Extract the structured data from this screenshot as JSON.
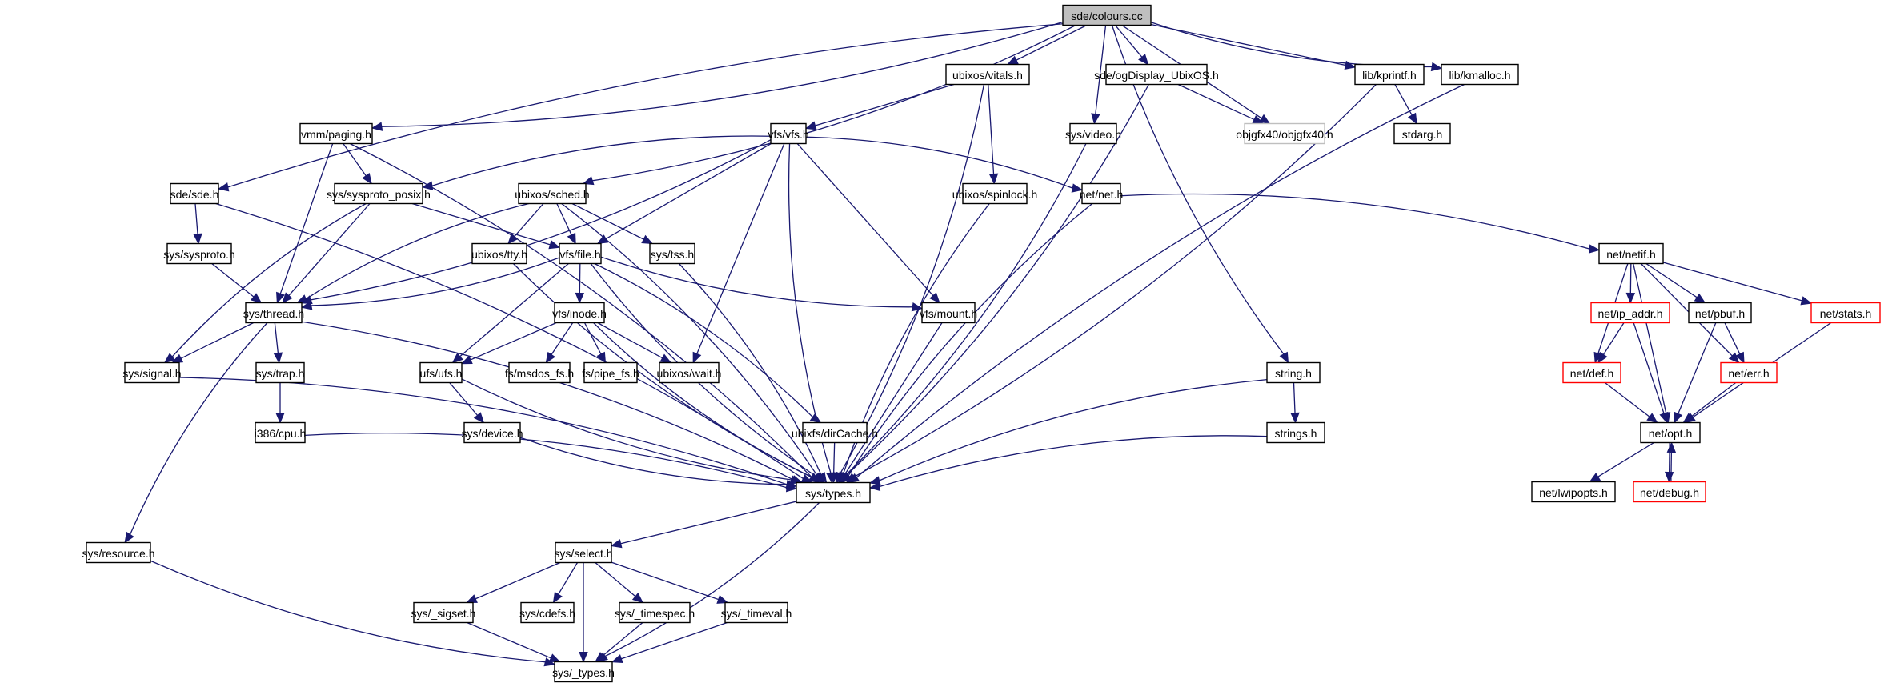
{
  "diagram": {
    "type": "include-dependency-graph",
    "root": "sde/colours.cc",
    "colors": {
      "edge": "#191970",
      "root_fill": "#bfbfbf",
      "node_border": "#000000",
      "truncated_border": "#ff0000",
      "external_border": "#bfbfbf"
    },
    "nodes": [
      {
        "id": "colours",
        "label": "sde/colours.cc",
        "kind": "root"
      },
      {
        "id": "vitals",
        "label": "ubixos/vitals.h",
        "kind": "normal"
      },
      {
        "id": "ogdisplay",
        "label": "sde/ogDisplay_UbixOS.h",
        "kind": "normal"
      },
      {
        "id": "kprintf",
        "label": "lib/kprintf.h",
        "kind": "normal"
      },
      {
        "id": "kmalloc",
        "label": "lib/kmalloc.h",
        "kind": "normal"
      },
      {
        "id": "paging",
        "label": "vmm/paging.h",
        "kind": "normal"
      },
      {
        "id": "vfs",
        "label": "vfs/vfs.h",
        "kind": "normal"
      },
      {
        "id": "video",
        "label": "sys/video.h",
        "kind": "normal"
      },
      {
        "id": "objgfx",
        "label": "objgfx40/objgfx40.h",
        "kind": "external"
      },
      {
        "id": "stdarg",
        "label": "stdarg.h",
        "kind": "normal"
      },
      {
        "id": "sde",
        "label": "sde/sde.h",
        "kind": "normal"
      },
      {
        "id": "sysproto_posix",
        "label": "sys/sysproto_posix.h",
        "kind": "normal"
      },
      {
        "id": "sched",
        "label": "ubixos/sched.h",
        "kind": "normal"
      },
      {
        "id": "spinlock",
        "label": "ubixos/spinlock.h",
        "kind": "normal"
      },
      {
        "id": "net",
        "label": "net/net.h",
        "kind": "normal"
      },
      {
        "id": "sysproto",
        "label": "sys/sysproto.h",
        "kind": "normal"
      },
      {
        "id": "tty",
        "label": "ubixos/tty.h",
        "kind": "normal"
      },
      {
        "id": "file",
        "label": "vfs/file.h",
        "kind": "normal"
      },
      {
        "id": "tss",
        "label": "sys/tss.h",
        "kind": "normal"
      },
      {
        "id": "netif",
        "label": "net/netif.h",
        "kind": "normal"
      },
      {
        "id": "thread",
        "label": "sys/thread.h",
        "kind": "normal"
      },
      {
        "id": "inode",
        "label": "vfs/inode.h",
        "kind": "normal"
      },
      {
        "id": "mount",
        "label": "vfs/mount.h",
        "kind": "normal"
      },
      {
        "id": "ip_addr",
        "label": "net/ip_addr.h",
        "kind": "truncated"
      },
      {
        "id": "pbuf",
        "label": "net/pbuf.h",
        "kind": "normal"
      },
      {
        "id": "stats",
        "label": "net/stats.h",
        "kind": "truncated"
      },
      {
        "id": "signal",
        "label": "sys/signal.h",
        "kind": "normal"
      },
      {
        "id": "trap",
        "label": "sys/trap.h",
        "kind": "normal"
      },
      {
        "id": "ufs",
        "label": "ufs/ufs.h",
        "kind": "normal"
      },
      {
        "id": "msdos",
        "label": "fs/msdos_fs.h",
        "kind": "normal"
      },
      {
        "id": "pipe",
        "label": "fs/pipe_fs.h",
        "kind": "normal"
      },
      {
        "id": "wait",
        "label": "ubixos/wait.h",
        "kind": "normal"
      },
      {
        "id": "string",
        "label": "string.h",
        "kind": "normal"
      },
      {
        "id": "def",
        "label": "net/def.h",
        "kind": "truncated"
      },
      {
        "id": "err",
        "label": "net/err.h",
        "kind": "truncated"
      },
      {
        "id": "cpu",
        "label": "i386/cpu.h",
        "kind": "normal"
      },
      {
        "id": "device",
        "label": "sys/device.h",
        "kind": "normal"
      },
      {
        "id": "dircache",
        "label": "ubixfs/dirCache.h",
        "kind": "normal"
      },
      {
        "id": "strings",
        "label": "strings.h",
        "kind": "normal"
      },
      {
        "id": "opt",
        "label": "net/opt.h",
        "kind": "normal"
      },
      {
        "id": "types",
        "label": "sys/types.h",
        "kind": "normal"
      },
      {
        "id": "lwipopts",
        "label": "net/lwipopts.h",
        "kind": "normal"
      },
      {
        "id": "debug",
        "label": "net/debug.h",
        "kind": "truncated"
      },
      {
        "id": "resource",
        "label": "sys/resource.h",
        "kind": "normal"
      },
      {
        "id": "select",
        "label": "sys/select.h",
        "kind": "normal"
      },
      {
        "id": "sigset",
        "label": "sys/_sigset.h",
        "kind": "normal"
      },
      {
        "id": "cdefs",
        "label": "sys/cdefs.h",
        "kind": "normal"
      },
      {
        "id": "timespec",
        "label": "sys/_timespec.h",
        "kind": "normal"
      },
      {
        "id": "timeval",
        "label": "sys/_timeval.h",
        "kind": "normal"
      },
      {
        "id": "_types",
        "label": "sys/_types.h",
        "kind": "normal"
      }
    ],
    "edges": [
      [
        "colours",
        "vitals"
      ],
      [
        "colours",
        "ogdisplay"
      ],
      [
        "colours",
        "kprintf"
      ],
      [
        "colours",
        "kmalloc"
      ],
      [
        "colours",
        "paging"
      ],
      [
        "colours",
        "video"
      ],
      [
        "colours",
        "objgfx"
      ],
      [
        "colours",
        "sde"
      ],
      [
        "colours",
        "sched"
      ],
      [
        "colours",
        "string"
      ],
      [
        "vitals",
        "vfs"
      ],
      [
        "vitals",
        "spinlock"
      ],
      [
        "vitals",
        "types"
      ],
      [
        "ogdisplay",
        "objgfx"
      ],
      [
        "ogdisplay",
        "types"
      ],
      [
        "kprintf",
        "stdarg"
      ],
      [
        "kprintf",
        "types"
      ],
      [
        "kmalloc",
        "types"
      ],
      [
        "paging",
        "sysproto_posix"
      ],
      [
        "paging",
        "thread"
      ],
      [
        "paging",
        "types"
      ],
      [
        "vfs",
        "sysproto_posix"
      ],
      [
        "vfs",
        "thread"
      ],
      [
        "vfs",
        "file"
      ],
      [
        "vfs",
        "net"
      ],
      [
        "vfs",
        "mount"
      ],
      [
        "vfs",
        "wait"
      ],
      [
        "vfs",
        "types"
      ],
      [
        "video",
        "types"
      ],
      [
        "sde",
        "sysproto"
      ],
      [
        "sde",
        "types"
      ],
      [
        "sysproto_posix",
        "thread"
      ],
      [
        "sysproto_posix",
        "file"
      ],
      [
        "sysproto_posix",
        "signal"
      ],
      [
        "sched",
        "tty"
      ],
      [
        "sched",
        "file"
      ],
      [
        "sched",
        "tss"
      ],
      [
        "sched",
        "thread"
      ],
      [
        "sched",
        "types"
      ],
      [
        "spinlock",
        "types"
      ],
      [
        "net",
        "netif"
      ],
      [
        "net",
        "types"
      ],
      [
        "sysproto",
        "thread"
      ],
      [
        "tty",
        "types"
      ],
      [
        "file",
        "thread"
      ],
      [
        "file",
        "inode"
      ],
      [
        "file",
        "ufs"
      ],
      [
        "file",
        "mount"
      ],
      [
        "file",
        "dircache"
      ],
      [
        "file",
        "types"
      ],
      [
        "tss",
        "types"
      ],
      [
        "netif",
        "ip_addr"
      ],
      [
        "netif",
        "pbuf"
      ],
      [
        "netif",
        "stats"
      ],
      [
        "netif",
        "def"
      ],
      [
        "netif",
        "err"
      ],
      [
        "netif",
        "opt"
      ],
      [
        "thread",
        "signal"
      ],
      [
        "thread",
        "trap"
      ],
      [
        "thread",
        "resource"
      ],
      [
        "thread",
        "types"
      ],
      [
        "inode",
        "ufs"
      ],
      [
        "inode",
        "msdos"
      ],
      [
        "inode",
        "pipe"
      ],
      [
        "inode",
        "wait"
      ],
      [
        "inode",
        "types"
      ],
      [
        "mount",
        "types"
      ],
      [
        "ip_addr",
        "def"
      ],
      [
        "ip_addr",
        "opt"
      ],
      [
        "pbuf",
        "err"
      ],
      [
        "pbuf",
        "opt"
      ],
      [
        "stats",
        "opt"
      ],
      [
        "signal",
        "types"
      ],
      [
        "trap",
        "cpu"
      ],
      [
        "ufs",
        "device"
      ],
      [
        "ufs",
        "types"
      ],
      [
        "string",
        "strings"
      ],
      [
        "string",
        "types"
      ],
      [
        "def",
        "opt"
      ],
      [
        "err",
        "opt"
      ],
      [
        "cpu",
        "types"
      ],
      [
        "device",
        "types"
      ],
      [
        "dircache",
        "types"
      ],
      [
        "strings",
        "types"
      ],
      [
        "opt",
        "lwipopts"
      ],
      [
        "opt",
        "debug"
      ],
      [
        "debug",
        "opt"
      ],
      [
        "types",
        "select"
      ],
      [
        "types",
        "_types"
      ],
      [
        "resource",
        "_types"
      ],
      [
        "select",
        "sigset"
      ],
      [
        "select",
        "cdefs"
      ],
      [
        "select",
        "timespec"
      ],
      [
        "select",
        "timeval"
      ],
      [
        "select",
        "_types"
      ],
      [
        "sigset",
        "_types"
      ],
      [
        "timespec",
        "_types"
      ],
      [
        "timeval",
        "_types"
      ]
    ]
  }
}
